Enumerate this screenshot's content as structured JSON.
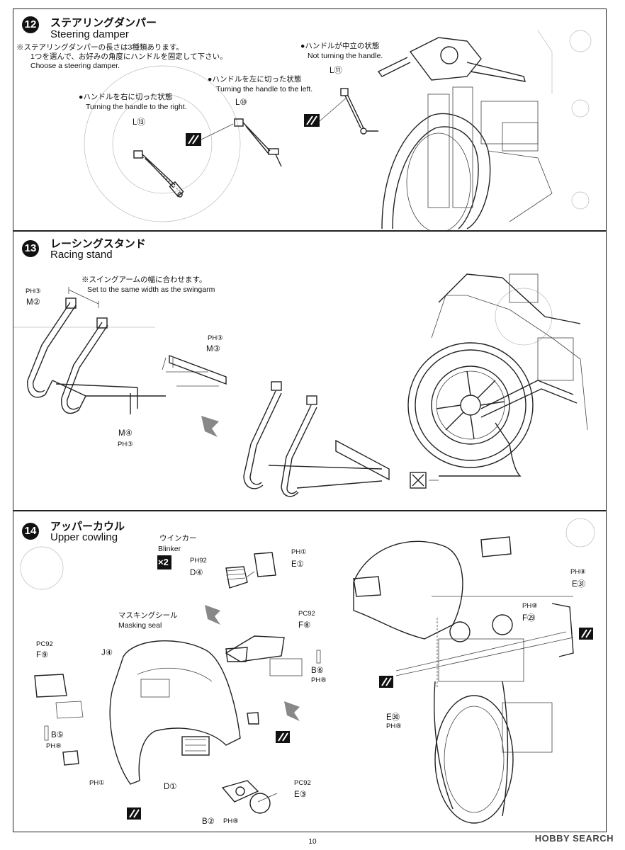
{
  "page_number": "10",
  "watermark": "HOBBY SEARCH",
  "step12": {
    "number": "12",
    "title_jp": "ステアリングダンパー",
    "title_en": "Steering damper",
    "note_jp_1": "※ステアリングダンパーの長さは3種類あります。",
    "note_jp_2": "1つを選んで、お好みの角度にハンドルを固定して下さい。",
    "note_en": "Choose a steering damper.",
    "opt_right_jp": "●ハンドルを右に切った状態",
    "opt_right_en": "Turning the handle to the right.",
    "opt_right_part": "L⑬",
    "opt_left_jp": "●ハンドルを左に切った状態",
    "opt_left_en": "Turning the handle to the left.",
    "opt_left_part": "L⑩",
    "opt_neutral_jp": "●ハンドルが中立の状態",
    "opt_neutral_en": "Not turning the handle.",
    "opt_neutral_part": "L⑪"
  },
  "step13": {
    "number": "13",
    "title_jp": "レーシングスタンド",
    "title_en": "Racing stand",
    "note_jp": "※スイングアームの幅に合わせます。",
    "note_en": "Set to the same width as the swingarm",
    "part_m2_color": "PH③",
    "part_m2": "M②",
    "part_m3_color": "PH③",
    "part_m3": "M③",
    "part_m4": "M④",
    "part_m4_color": "PH③"
  },
  "step14": {
    "number": "14",
    "title_jp": "アッパーカウル",
    "title_en": "Upper cowling",
    "blinker_jp": "ウインカー",
    "blinker_en": "Blinker",
    "qty": "×2",
    "d4_color": "PH92",
    "d4": "D④",
    "e1_color": "PH①",
    "e1": "E①",
    "masking_jp": "マスキングシール",
    "masking_en": "Masking seal",
    "pc92_a": "PC92",
    "f8": "F⑧",
    "j4": "J④",
    "pc92_b": "PC92",
    "f9": "F⑨",
    "b6": "B⑥",
    "b6_color": "PH⑧",
    "b5": "B⑤",
    "b5_color": "PH⑧",
    "ph1": "PH①",
    "d1": "D①",
    "pc92_c": "PC92",
    "e3": "E③",
    "b2": "B②",
    "b2_color": "PH⑧",
    "ph8_a": "PH⑧",
    "e31": "E㉛",
    "ph8_b": "PH⑧",
    "f29": "F㉙",
    "e30": "E㉚",
    "e30_color": "PH⑧"
  }
}
